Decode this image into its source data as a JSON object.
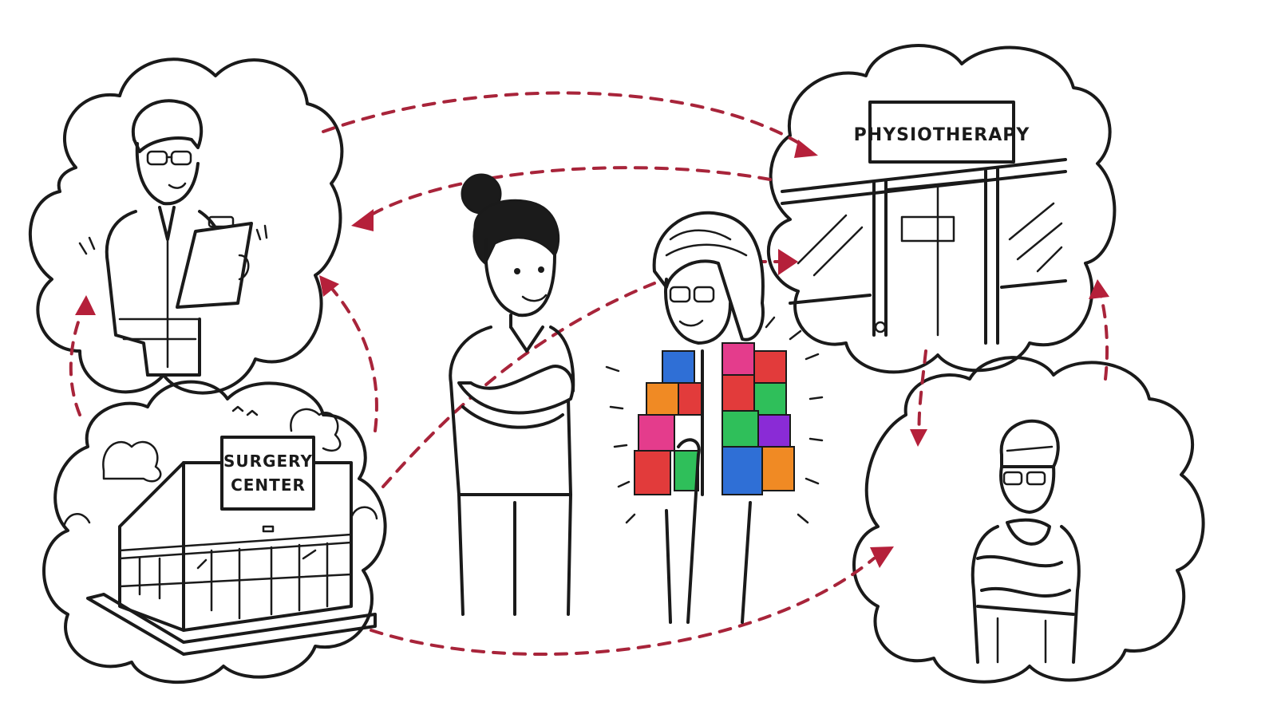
{
  "signs": {
    "physiotherapy": "PHYSIOTHERAPY",
    "surgery_line1": "SURGERY",
    "surgery_line2": "CENTER"
  },
  "colors": {
    "arrow": "#a8243a",
    "ink": "#1a1a1a",
    "background": "#ffffff",
    "shawl": [
      "#2f6fd6",
      "#e23b3b",
      "#2fbf5a",
      "#f08a24",
      "#8a2bd6",
      "#e43c8c",
      "#f2c230",
      "#23b0c7"
    ]
  },
  "icons": [
    "doctor-with-clipboard",
    "surgery-center-building",
    "physiotherapy-clinic",
    "surgeon-with-mask",
    "nurse",
    "elderly-patient-with-cane"
  ]
}
